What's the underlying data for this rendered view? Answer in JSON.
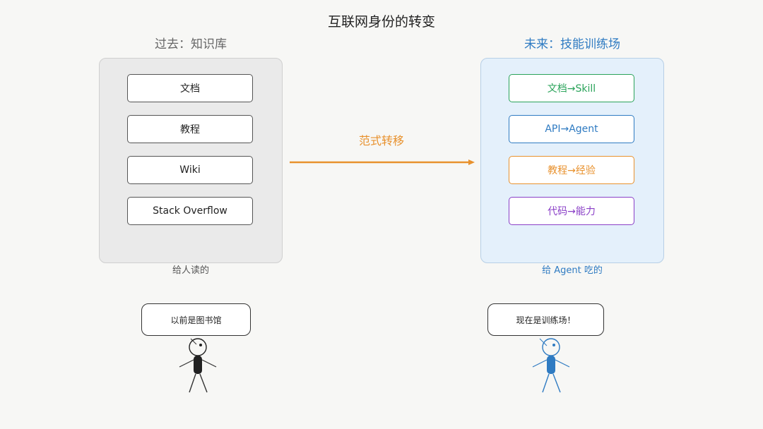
{
  "title": "互联网身份的转变",
  "left": {
    "title": "过去：知识库",
    "items": [
      "文档",
      "教程",
      "Wiki",
      "Stack Overflow"
    ],
    "caption": "给人读的",
    "speech": "以前是图书馆"
  },
  "right": {
    "title": "未来：技能训练场",
    "items": [
      {
        "label": "文档→Skill",
        "color": "#2aa35a"
      },
      {
        "label": "API→Agent",
        "color": "#2f7bc2"
      },
      {
        "label": "教程→经验",
        "color": "#e8912d"
      },
      {
        "label": "代码→能力",
        "color": "#8a3fc7"
      }
    ],
    "caption": "给 Agent 吃的",
    "speech": "现在是训练场！"
  },
  "shift_label": "范式转移",
  "colors": {
    "accent_orange": "#e8912d",
    "accent_blue": "#2f7bc2",
    "figure_left": "#222222",
    "figure_right": "#2f7bc2"
  }
}
